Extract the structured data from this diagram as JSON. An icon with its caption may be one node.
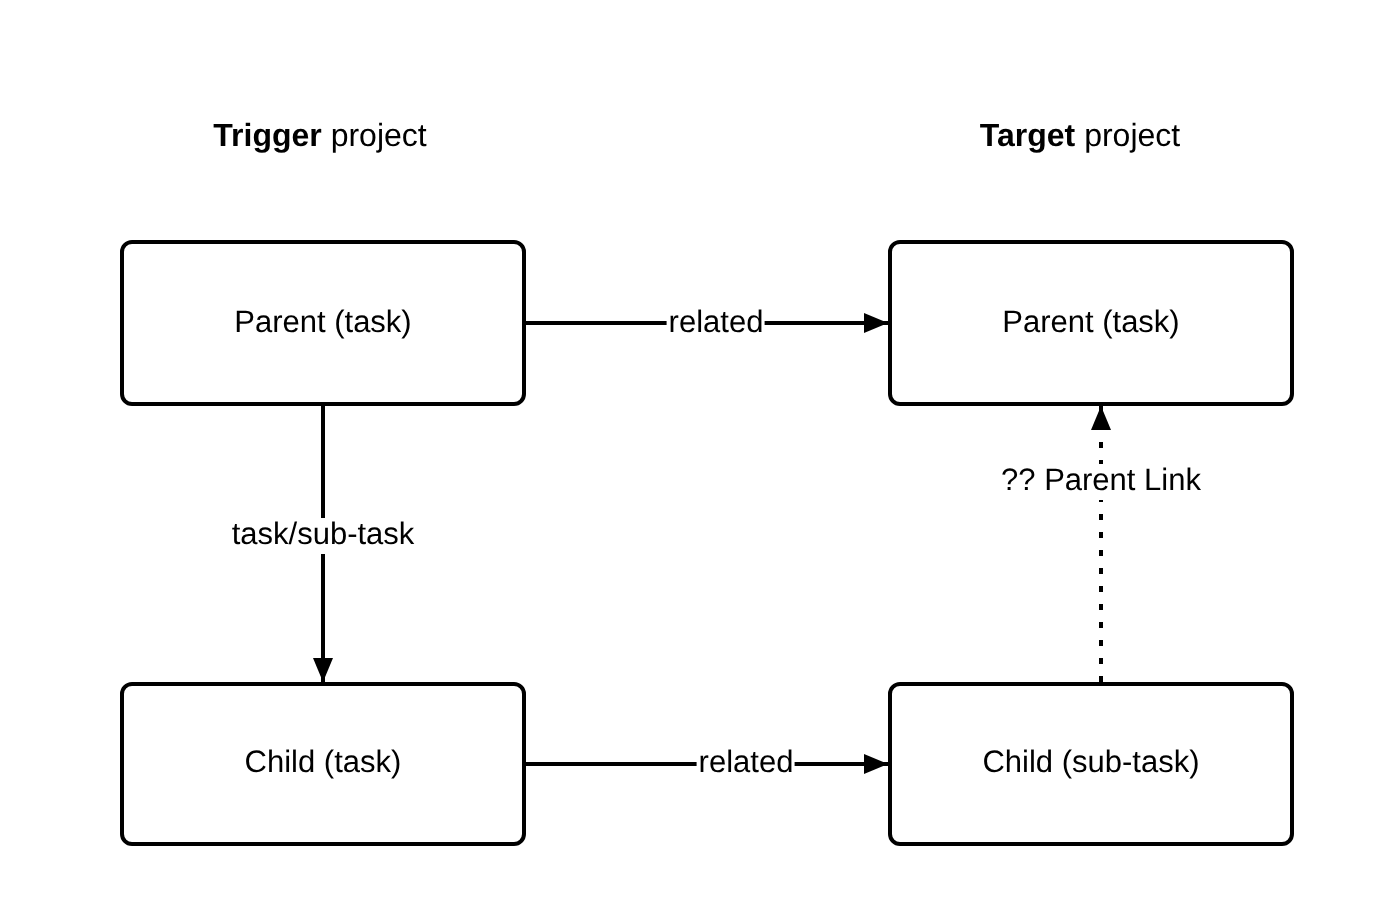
{
  "diagram": {
    "nodes": [
      {
        "text": [
          "Parent (task)"
        ]
      },
      {
        "text": [
          "Parent (task)"
        ]
      },
      {
        "text": [
          "Child (task)"
        ]
      },
      {
        "text": [
          "Child (sub-task)"
        ]
      }
    ],
    "edges": [
      {
        "from": 0,
        "to": 1,
        "arrow": "to",
        "label": "related"
      },
      {
        "from": 0,
        "to": 2,
        "arrow": "to",
        "label": "task/sub-task"
      },
      {
        "from": 2,
        "to": 3,
        "arrow": "to",
        "label": "related"
      },
      {
        "from": 3,
        "to": 1,
        "arrow": "to",
        "label": "?? Parent Link",
        "style": "dashed"
      }
    ],
    "labels": [
      "**Trigger** project",
      "**Target** project"
    ]
  }
}
